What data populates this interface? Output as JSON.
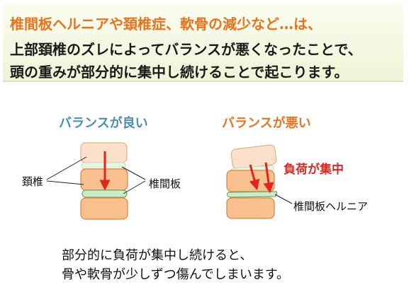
{
  "header": {
    "line1": "椎間板ヘルニアや頚椎症、軟骨の減少など…は、",
    "line2": "上部頚椎のズレによってバランスが悪くなったことで、",
    "line3": "頭の重みが部分的に集中し続けることで起こります。"
  },
  "panels": {
    "good": {
      "title": "バランスが良い"
    },
    "bad": {
      "title": "バランスが悪い"
    }
  },
  "labels": {
    "cervical_vertebra": "頚椎",
    "disc": "椎間板",
    "load_concentration": "負荷が集中",
    "disc_hernia": "椎間板ヘルニア"
  },
  "footer": {
    "line1": "部分的に負荷が集中し続けると、",
    "line2": "骨や軟骨が少しずつ傷んでしまいます。"
  },
  "colors": {
    "accent_orange": "#e8731e",
    "good_title_blue": "#4a8fae",
    "arrow_red": "#e4241d",
    "vertebra_fill": "#f8c08f",
    "vertebra_top_fill": "#fce0cb",
    "disc_fill": "#ccebc9",
    "header_bg": "#f2f6dc"
  }
}
